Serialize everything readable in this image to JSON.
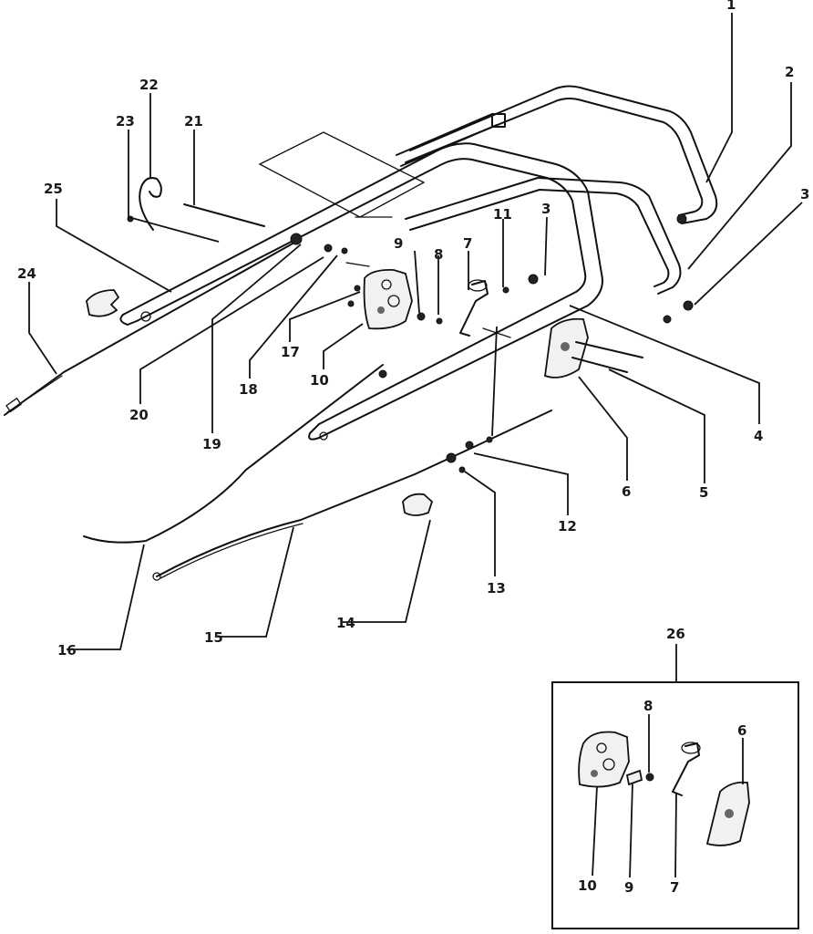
{
  "diagram": {
    "callouts": [
      {
        "id": "c1",
        "text": "1"
      },
      {
        "id": "c2",
        "text": "2"
      },
      {
        "id": "c3a",
        "text": "3"
      },
      {
        "id": "c3b",
        "text": "3"
      },
      {
        "id": "c4",
        "text": "4"
      },
      {
        "id": "c5",
        "text": "5"
      },
      {
        "id": "c6",
        "text": "6"
      },
      {
        "id": "c7",
        "text": "7"
      },
      {
        "id": "c8",
        "text": "8"
      },
      {
        "id": "c9",
        "text": "9"
      },
      {
        "id": "c10",
        "text": "10"
      },
      {
        "id": "c11",
        "text": "11"
      },
      {
        "id": "c12",
        "text": "12"
      },
      {
        "id": "c13",
        "text": "13"
      },
      {
        "id": "c14",
        "text": "14"
      },
      {
        "id": "c15",
        "text": "15"
      },
      {
        "id": "c16",
        "text": "16"
      },
      {
        "id": "c17",
        "text": "17"
      },
      {
        "id": "c18",
        "text": "18"
      },
      {
        "id": "c19",
        "text": "19"
      },
      {
        "id": "c20",
        "text": "20"
      },
      {
        "id": "c21",
        "text": "21"
      },
      {
        "id": "c22",
        "text": "22"
      },
      {
        "id": "c23",
        "text": "23"
      },
      {
        "id": "c24",
        "text": "24"
      },
      {
        "id": "c25",
        "text": "25"
      }
    ],
    "inset": {
      "label": "26",
      "callouts": [
        {
          "id": "i6",
          "text": "6"
        },
        {
          "id": "i7",
          "text": "7"
        },
        {
          "id": "i8",
          "text": "8"
        },
        {
          "id": "i9",
          "text": "9"
        },
        {
          "id": "i10",
          "text": "10"
        }
      ]
    }
  }
}
